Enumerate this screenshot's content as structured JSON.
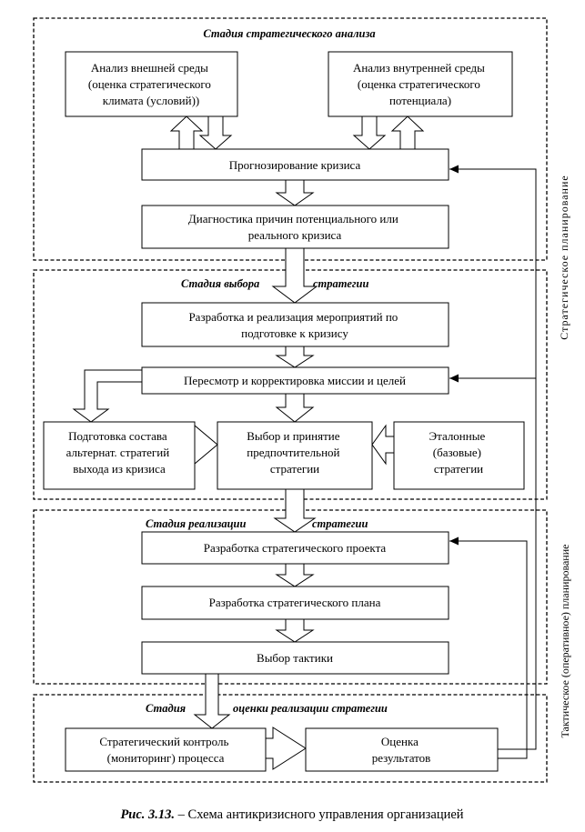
{
  "stages": {
    "analysis": "Стадия стратегического анализа",
    "choice_a": "Стадия выбора",
    "choice_b": "стратегии",
    "implementation_a": "Стадия реализации",
    "implementation_b": "стратегии",
    "evaluation_a": "Стадия",
    "evaluation_b": "оценки реализации стратегии"
  },
  "nodes": {
    "external": [
      "Анализ внешней среды",
      "(оценка стратегического",
      "климата (условий))"
    ],
    "internal": [
      "Анализ внутренней среды",
      "(оценка стратегического",
      "потенциала)"
    ],
    "forecast": [
      "Прогнозирование кризиса"
    ],
    "diagnostics": [
      "Диагностика причин потенциального или",
      "реального кризиса"
    ],
    "measures": [
      "Разработка и реализация мероприятий по",
      "подготовке к кризису"
    ],
    "mission": [
      "Пересмотр и корректировка миссии и целей"
    ],
    "alternatives": [
      "Подготовка состава",
      "альтернат. стратегий",
      "выхода из кризиса"
    ],
    "selection": [
      "Выбор и принятие",
      "предпочтительной",
      "стратегии"
    ],
    "reference": [
      "Эталонные",
      "(базовые)",
      "стратегии"
    ],
    "project": [
      "Разработка стратегического проекта"
    ],
    "plan": [
      "Разработка стратегического плана"
    ],
    "tactics": [
      "Выбор тактики"
    ],
    "control": [
      "Стратегический контроль",
      "(мониторинг) процесса"
    ],
    "results": [
      "Оценка",
      "результатов"
    ]
  },
  "side_labels": {
    "strategic": "Стратегическое планирование",
    "tactical": "Тактическое (оперативное) планирование"
  },
  "caption": {
    "prefix": "Рис. 3.13.",
    "text": " – Схема антикризисного управления организацией"
  }
}
